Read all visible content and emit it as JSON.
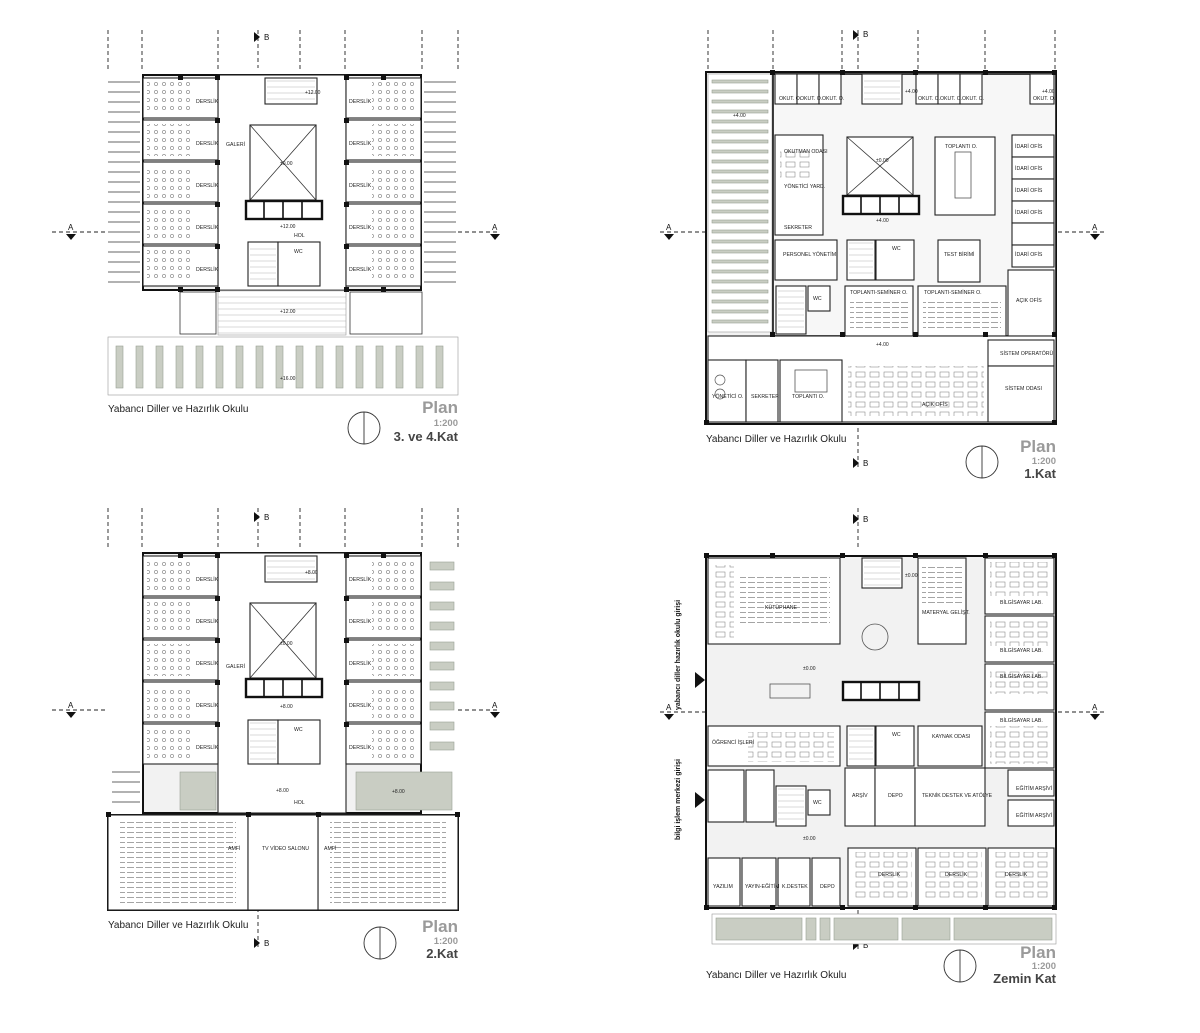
{
  "plans": [
    {
      "caption": "Yabancı Diller ve Hazırlık Okulu",
      "title": "Plan",
      "scale": "1:200",
      "floor": "3. ve 4.Kat",
      "room_labels": [
        "DERSLİK",
        "DERSLİK",
        "DERSLİK",
        "DERSLİK",
        "DERSLİK",
        "DERSLİK",
        "DERSLİK",
        "DERSLİK",
        "DERSLİK",
        "DERSLİK",
        "GALERİ",
        "HOL",
        "WC"
      ],
      "levels": [
        "+12.00",
        "±0.00",
        "+12.00",
        "+12.00",
        "+16.00"
      ]
    },
    {
      "caption": "Yabancı Diller ve Hazırlık Okulu",
      "title": "Plan",
      "scale": "1:200",
      "floor": "1.Kat",
      "room_labels": [
        "OKUT. O.",
        "OKUT. O.",
        "OKUT. O.",
        "OKUT. O.",
        "OKUT. O.",
        "OKUT. O.",
        "OKUT. O.",
        "OKUTMAN ODASI",
        "YÖNETİCİ YARD.",
        "SEKRETER",
        "PERSONEL YÖNETİMİ",
        "TOPLANTI O.",
        "İDARİ OFİS",
        "İDARİ OFİS",
        "İDARİ OFİS",
        "İDARİ OFİS",
        "İDARİ OFİS",
        "TEST BİRİMİ",
        "TOPLANTI-SEMİNER O.",
        "TOPLANTI-SEMİNER O.",
        "AÇIK OFİS",
        "WC",
        "WC",
        "SİSTEM OPERATÖRÜ",
        "SİSTEM ODASI",
        "YÖNETİCİ O.",
        "SEKRETER",
        "TOPLANTI O.",
        "AÇIK OFİS"
      ],
      "levels": [
        "+4.00",
        "+4.00",
        "±0.00",
        "+4.00",
        "+4.00",
        "+4.00"
      ]
    },
    {
      "caption": "Yabancı Diller ve Hazırlık Okulu",
      "title": "Plan",
      "scale": "1:200",
      "floor": "2.Kat",
      "room_labels": [
        "DERSLİK",
        "DERSLİK",
        "DERSLİK",
        "DERSLİK",
        "DERSLİK",
        "DERSLİK",
        "DERSLİK",
        "DERSLİK",
        "DERSLİK",
        "DERSLİK",
        "GALERİ",
        "HOL",
        "WC",
        "AMFİ",
        "TV VİDEO SALONU",
        "AMFİ"
      ],
      "levels": [
        "+8.00",
        "±0.00",
        "+8.00",
        "+8.00",
        "+8.00"
      ]
    },
    {
      "caption": "Yabancı Diller ve Hazırlık Okulu",
      "title": "Plan",
      "scale": "1:200",
      "floor": "Zemin Kat",
      "room_labels": [
        "KÜTÜPHANE",
        "MATERYAL GELİŞT.",
        "BİLGİSAYAR LAB.",
        "BİLGİSAYAR LAB.",
        "BİLGİSAYAR LAB.",
        "BİLGİSAYAR LAB.",
        "ÖĞRENCİ İŞLERİ",
        "KAYNAK ODASI",
        "WC",
        "WC",
        "ARŞİV",
        "DEPO",
        "TEKNİK DESTEK VE ATÖLYE",
        "EĞİTİM ARŞİVİ",
        "EĞİTİM ARŞİVİ",
        "YAZILIM",
        "YAYIN-EĞİTİM",
        "K.DESTEK",
        "DEPO",
        "DERSLİK",
        "DERSLİK",
        "DERSLİK"
      ],
      "levels": [
        "±0.00",
        "±0.00",
        "±0.00"
      ],
      "entrances": [
        "yabancı diller hazırlık okulu girişi",
        "bilgi işlem merkezi girişi"
      ]
    }
  ],
  "section_markers": {
    "a": "A",
    "b": "B"
  }
}
